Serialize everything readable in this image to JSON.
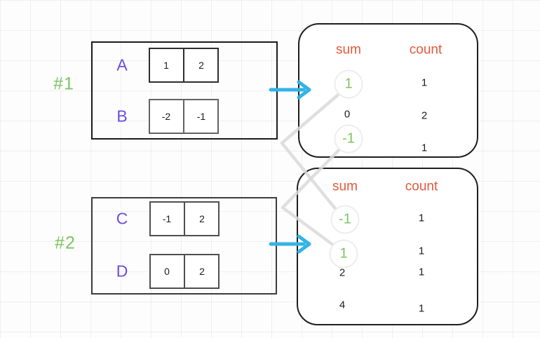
{
  "colors": {
    "green": "#7dc463",
    "purple": "#6a4de0",
    "orange": "#e3593c",
    "cyan": "#33b3e6",
    "connector": "#d9d9d9",
    "ink": "#1c1c1c"
  },
  "examples": [
    {
      "label": "#1",
      "arrays": [
        {
          "name": "A",
          "cells": [
            "1",
            "2"
          ]
        },
        {
          "name": "B",
          "cells": [
            "-2",
            "-1"
          ]
        }
      ],
      "result_table": {
        "sum_header": "sum",
        "count_header": "count",
        "rows": [
          {
            "sum": "1",
            "count": "1",
            "highlighted": true
          },
          {
            "sum": "0",
            "count": "2",
            "highlighted": false
          },
          {
            "sum": "-1",
            "count": "1",
            "highlighted": true
          }
        ]
      }
    },
    {
      "label": "#2",
      "arrays": [
        {
          "name": "C",
          "cells": [
            "-1",
            "2"
          ]
        },
        {
          "name": "D",
          "cells": [
            "0",
            "2"
          ]
        }
      ],
      "result_table": {
        "sum_header": "sum",
        "count_header": "count",
        "rows": [
          {
            "sum": "-1",
            "count": "1",
            "highlighted": true
          },
          {
            "sum": "1",
            "count": "1",
            "highlighted": true
          },
          {
            "sum": "2",
            "count": "1",
            "highlighted": false
          },
          {
            "sum": "4",
            "count": "1",
            "highlighted": false
          }
        ]
      }
    }
  ],
  "connections": [
    {
      "from": "example-1 sum 1",
      "to": "example-2 sum -1"
    },
    {
      "from": "example-1 sum -1",
      "to": "example-2 sum 1"
    }
  ]
}
